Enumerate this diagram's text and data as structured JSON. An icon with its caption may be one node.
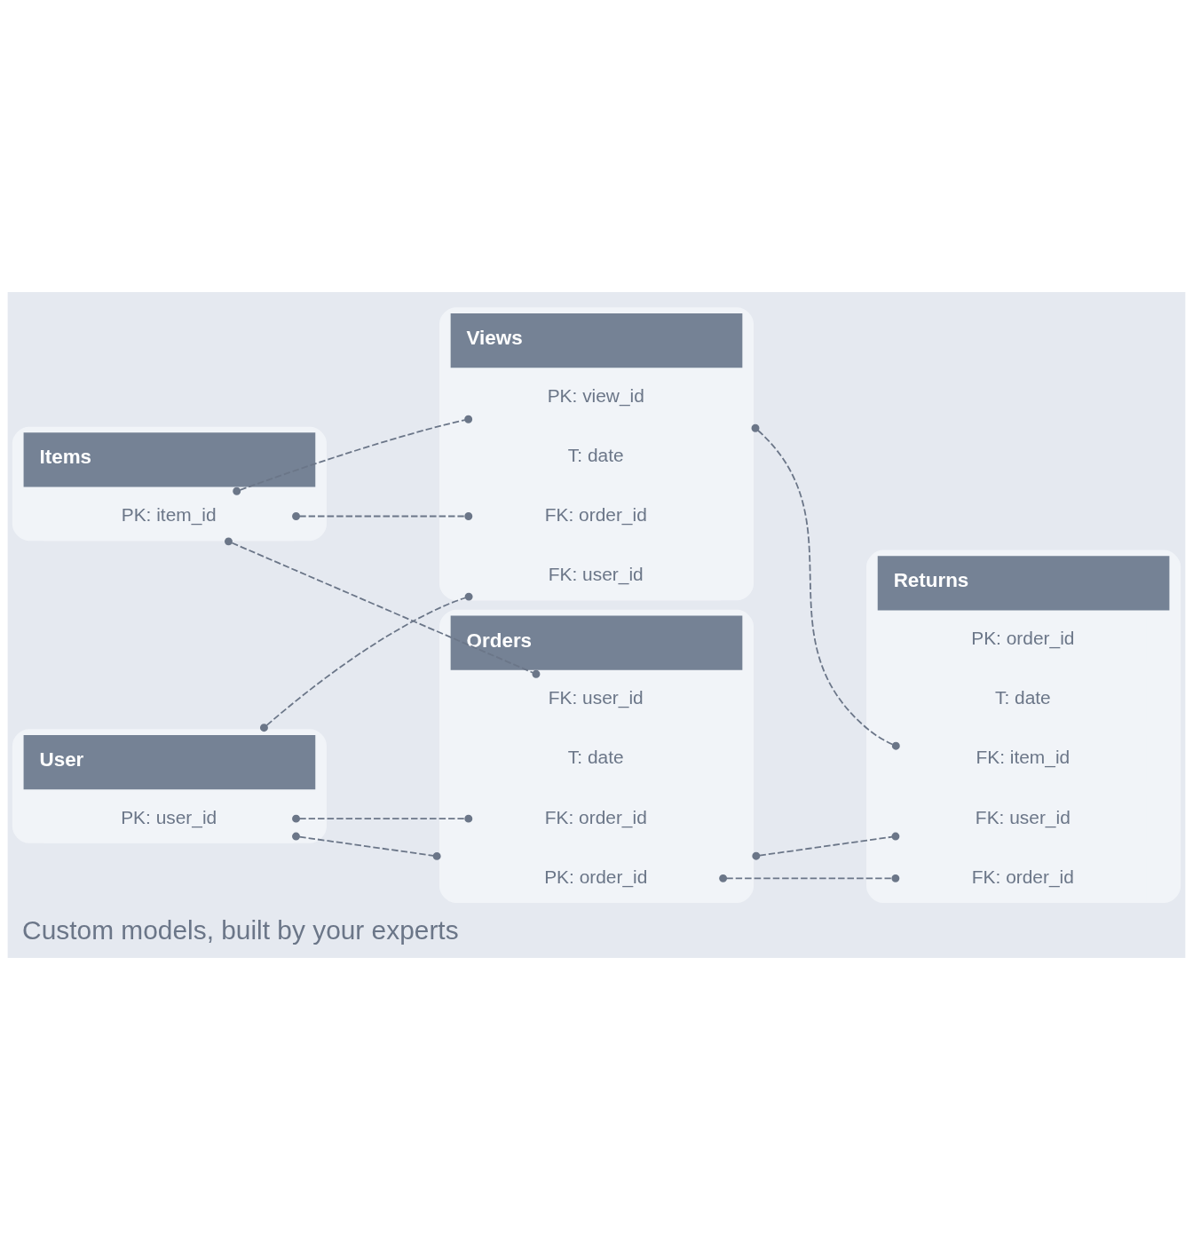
{
  "diagram": {
    "caption": "Custom models, built by your experts",
    "nodes": [
      {
        "text": [
          "Items"
        ]
      },
      {
        "text": [
          "PK: item_id"
        ],
        "in": 0
      },
      {
        "text": [
          "Views"
        ]
      },
      {
        "text": [
          "PK: view_id"
        ],
        "in": 2
      },
      {
        "text": [
          "T: date"
        ],
        "in": 2
      },
      {
        "text": [
          "FK: user_id"
        ],
        "in": 2
      },
      {
        "text": [
          "FK: order_id"
        ],
        "in": 2
      },
      {
        "text": [
          "User"
        ]
      },
      {
        "text": [
          "PK: user_id"
        ],
        "in": 7
      },
      {
        "text": [
          "Returns"
        ]
      },
      {
        "text": [
          "PK: order_id"
        ],
        "in": 9
      },
      {
        "text": [
          "T: date"
        ],
        "in": 9
      },
      {
        "text": [
          "FK: item_id"
        ],
        "in": 9
      },
      {
        "text": [
          "FK: user_id"
        ],
        "in": 9
      },
      {
        "text": [
          "FK: order_id"
        ],
        "in": 9
      },
      {
        "text": [
          "Orders"
        ]
      },
      {
        "text": [
          "PK: order_id"
        ],
        "in": 15
      },
      {
        "text": [
          "T: date"
        ],
        "in": 15
      },
      {
        "text": [
          "FK: user_id"
        ],
        "in": 15
      },
      {
        "text": [
          "FK: order_id"
        ],
        "in": 15
      }
    ],
    "edges": [
      {
        "from": 1,
        "to": 3,
        "arrow": "other",
        "style": "dashed"
      },
      {
        "from": 1,
        "to": 6,
        "arrow": "other",
        "style": "dashed"
      },
      {
        "from": 1,
        "to": 18,
        "arrow": "other",
        "style": "dashed"
      },
      {
        "from": 7,
        "to": 5,
        "arrow": "other",
        "style": "dashed"
      },
      {
        "from": 8,
        "to": 15,
        "arrow": "other",
        "style": "dashed"
      },
      {
        "from": 8,
        "to": 19,
        "arrow": "other",
        "style": "dashed"
      },
      {
        "from": 2,
        "to": 12,
        "arrow": "other",
        "style": "dashed"
      },
      {
        "from": 15,
        "to": 13,
        "arrow": "other",
        "style": "dashed"
      },
      {
        "from": 16,
        "to": 14,
        "arrow": "other",
        "style": "dashed"
      }
    ]
  }
}
